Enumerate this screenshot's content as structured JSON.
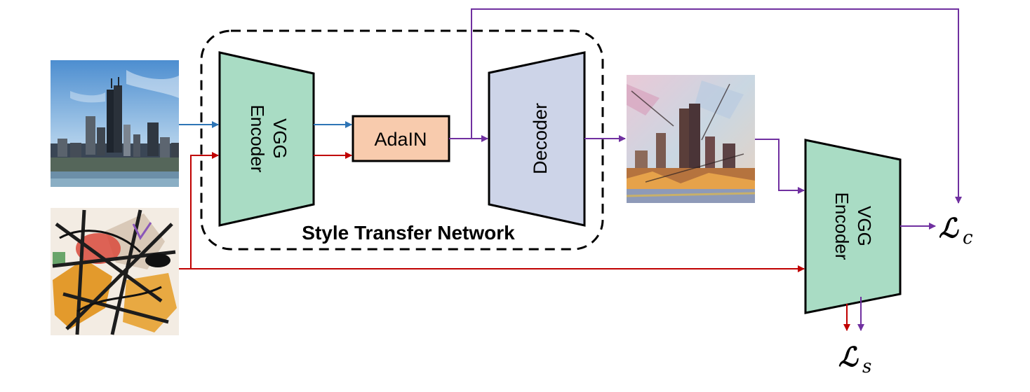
{
  "network": {
    "label": "Style Transfer Network"
  },
  "encoder": {
    "line1": "VGG",
    "line2": "Encoder"
  },
  "adain": {
    "label": "AdaIN"
  },
  "decoder": {
    "label": "Decoder"
  },
  "loss_encoder": {
    "line1": "VGG",
    "line2": "Encoder"
  },
  "losses": {
    "content": {
      "symbol": "ℒ",
      "subscript": "c"
    },
    "style": {
      "symbol": "ℒ",
      "subscript": "s"
    }
  },
  "colors": {
    "content_path": "#2e75b6",
    "style_path": "#c00000",
    "output_path": "#7030a0",
    "encoder_fill": "#a9dcc4",
    "adain_fill": "#f8cbad",
    "decoder_fill": "#cdd4e8"
  },
  "images": [
    {
      "name": "content-image-city-skyline"
    },
    {
      "name": "style-image-abstract-painting"
    },
    {
      "name": "stylized-output-image"
    }
  ]
}
